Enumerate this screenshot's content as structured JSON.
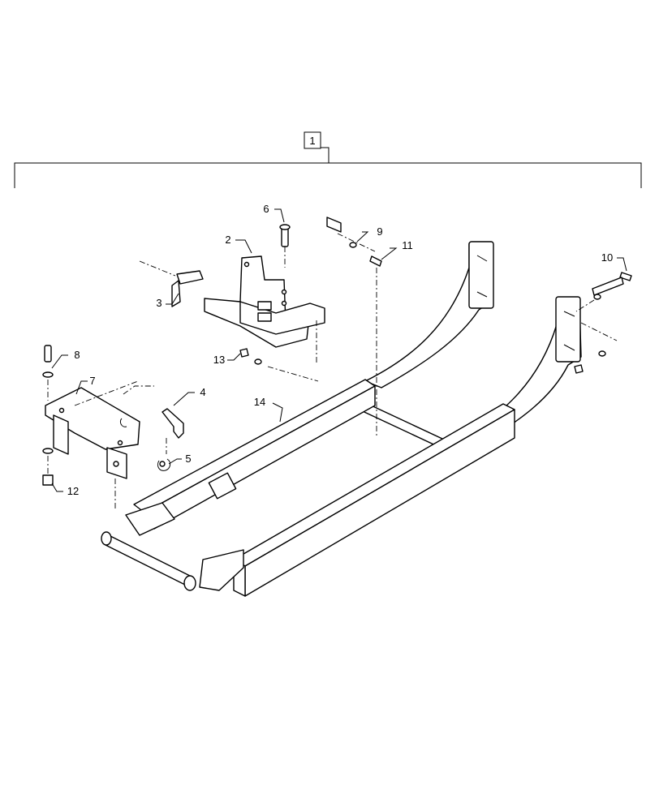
{
  "callouts": {
    "assembly": "1",
    "p2": "2",
    "p3": "3",
    "p4": "4",
    "p5": "5",
    "p6": "6",
    "p7": "7",
    "p8": "8",
    "p9": "9",
    "p10": "10",
    "p11": "11",
    "p12": "12",
    "p13": "13",
    "p14": "14"
  }
}
